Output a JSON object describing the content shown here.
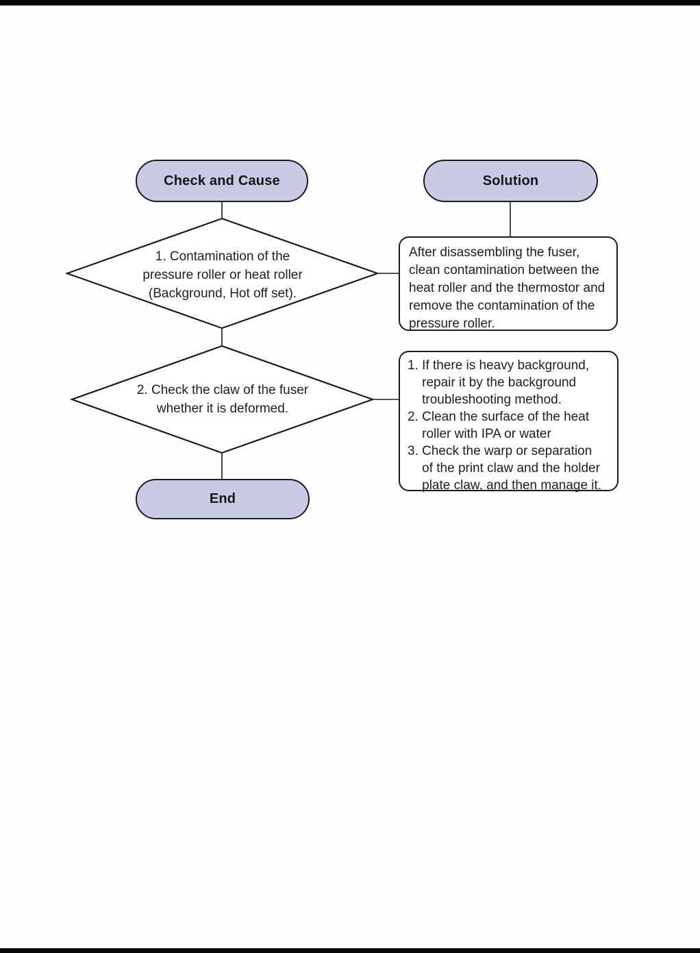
{
  "colors": {
    "terminal_fill": "#c9cae6",
    "node_outline": "#1a1a1a",
    "page_rule": "#060606",
    "node_fill": "#ffffff"
  },
  "flowchart": {
    "column_left_header": {
      "label": "Check and Cause"
    },
    "column_right_header": {
      "label": "Solution"
    },
    "decision_1": {
      "text": "1. Contamination of the\npressure roller or heat roller\n(Background, Hot off set)."
    },
    "solution_1": {
      "text": "After disassembling the fuser,\nclean contamination between the\nheat roller and the thermostor and\nremove the contamination of the\npressure roller."
    },
    "decision_2": {
      "text": "2. Check the claw of the fuser\nwhether it is deformed."
    },
    "solution_2": {
      "text": "1. If there is heavy background,\n    repair it by the background\n    troubleshooting method.\n2. Clean the surface of the heat\n    roller with IPA or water\n3. Check the warp or separation\n    of the print claw and the holder\n    plate claw, and then manage it."
    },
    "end_node": {
      "label": "End"
    }
  }
}
